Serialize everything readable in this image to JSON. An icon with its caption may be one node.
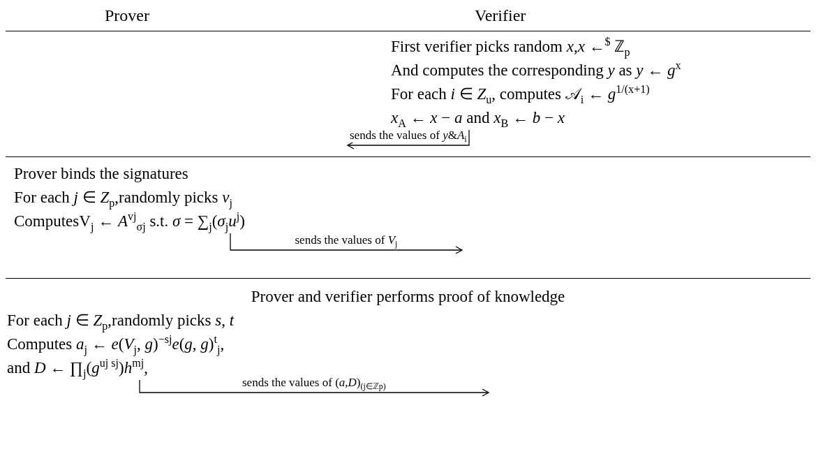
{
  "diagram": {
    "nodes": [
      {
        "text": [
          "First verifier picks random *x*,*x* ←$^{$}$ ℤ$_{p}$",
          "And computes the corresponding *y* as *y* ← *g*$^{x}$",
          "For each *i* ∈ *Z*$_{u}$, computes 𝒜$_{i}$ ← *g*$^{1/(x+1)}$",
          "*x*$_{A}$ ← *x* − *a* and *x*$_{B}$ ← *b* − *x*"
        ]
      },
      {
        "text": [
          "Prover binds the signatures",
          "For each *j* ∈ *Z*$_{p}$,randomly picks *v*$_{j}$",
          "ComputesV$_{j}$ ← *A*$^{vj}$$_{σj}$  s.t. *σ* = ∑$_{j}$(*σ*$_{j}$*u*$^{j}$)"
        ]
      },
      {
        "text": [
          "Prover and verifier performs proof of knowledge",
          "For each *j* ∈ *Z*$_{p}$,randomly picks *s*, *t*",
          "Computes *a*$_{j}$ ← *e*(*V*$_{j}$, *g*)$^{−sj}$*e*(*g*, *g*)$^{t}$$_{j}$,",
          "and *D* ← ∏$_{j}$(*g*$^{uj sj}$)*h*$^{mj}$,"
        ]
      }
    ],
    "edges": [
      {
        "from": 0,
        "to": null,
        "arrow": "to",
        "label": "sends the values of *y*&*A*$_{i}$"
      },
      {
        "from": 1,
        "to": null,
        "arrow": "to",
        "label": "sends the values of *V*$_{j}$"
      },
      {
        "from": 2,
        "to": null,
        "arrow": "to",
        "label": "sends the values of (*a*,*D*)$_{(j∈ℤp)}$"
      }
    ],
    "labels": [
      "Prover",
      "Verifier"
    ]
  }
}
